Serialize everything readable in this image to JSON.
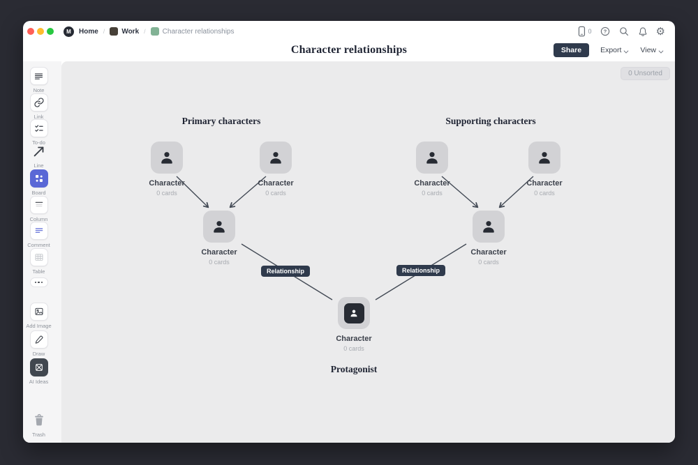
{
  "topbar": {
    "logo_letter": "M",
    "breadcrumb": [
      {
        "label": "Home"
      },
      {
        "label": "Work"
      },
      {
        "label": "Character relationships"
      }
    ],
    "separator": "/",
    "device_count": "0"
  },
  "header": {
    "title": "Character relationships",
    "share": "Share",
    "export": "Export",
    "view": "View"
  },
  "sidebar": {
    "items": [
      {
        "label": "Note"
      },
      {
        "label": "Link"
      },
      {
        "label": "To-do"
      },
      {
        "label": "Line"
      },
      {
        "label": "Board"
      },
      {
        "label": "Column"
      },
      {
        "label": "Comment"
      },
      {
        "label": "Table"
      },
      {
        "label": "Add Image"
      },
      {
        "label": "Draw"
      },
      {
        "label": "AI Ideas"
      },
      {
        "label": "Trash"
      }
    ]
  },
  "canvas": {
    "unsorted": "0 Unsorted",
    "headings": {
      "primary": "Primary characters",
      "supporting": "Supporting characters",
      "protagonist": "Protagonist"
    },
    "cards": [
      {
        "title": "Character",
        "subtitle": "0 cards"
      },
      {
        "title": "Character",
        "subtitle": "0 cards"
      },
      {
        "title": "Character",
        "subtitle": "0 cards"
      },
      {
        "title": "Character",
        "subtitle": "0 cards"
      },
      {
        "title": "Character",
        "subtitle": "0 cards"
      },
      {
        "title": "Character",
        "subtitle": "0 cards"
      },
      {
        "title": "Character",
        "subtitle": "0 cards"
      }
    ],
    "relationships": [
      "Relationship",
      "Relationship"
    ]
  },
  "colors": {
    "frame": "#2a2b33",
    "canvas_bg": "#ebebec",
    "card_gray": "#d2d2d5",
    "accent_blue": "#5a68d6",
    "dark_navy": "#2f3a4c",
    "board_icon_green": "#82b295",
    "work_icon_brown": "#474038"
  }
}
